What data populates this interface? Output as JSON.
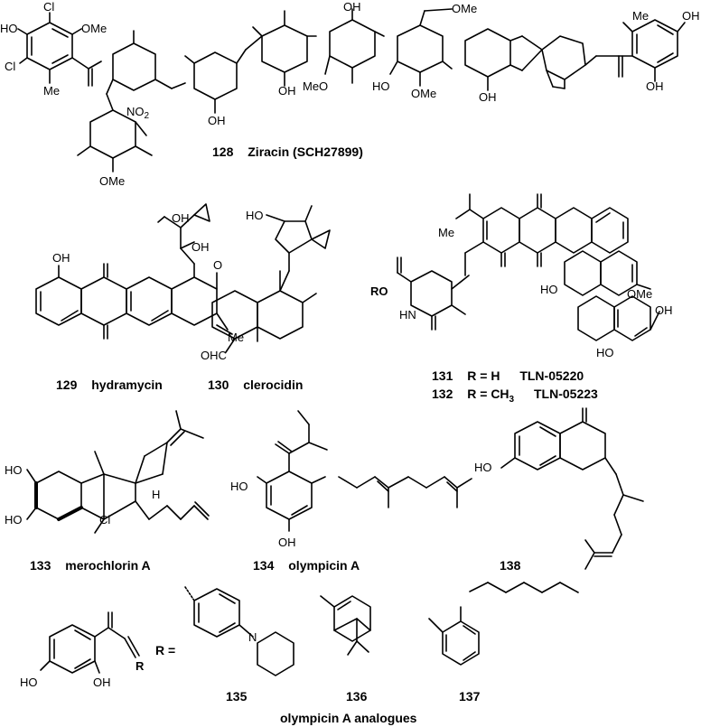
{
  "compounds": [
    {
      "number": "128",
      "name": "Ziracin (SCH27899)"
    },
    {
      "number": "129",
      "name": "hydramycin"
    },
    {
      "number": "130",
      "name": "clerocidin"
    },
    {
      "number": "131",
      "name": "TLN-05220",
      "r_def": "R = H"
    },
    {
      "number": "132",
      "name": "TLN-05223",
      "r_def": "R = CH",
      "r_sub": "3"
    },
    {
      "number": "133",
      "name": "merochlorin A"
    },
    {
      "number": "134",
      "name": "olympicin A"
    },
    {
      "number": "138",
      "name": ""
    },
    {
      "number": "135",
      "name": ""
    },
    {
      "number": "136",
      "name": ""
    },
    {
      "number": "137",
      "name": ""
    }
  ],
  "analogues_caption": "olympicin A analogues",
  "r_equals": "R =",
  "atom_labels": {
    "cl": "Cl",
    "ome": "OMe",
    "oh": "OH",
    "ho": "HO",
    "me": "Me",
    "o": "O",
    "no2": "NO",
    "no2_sub": "2",
    "meo": "MeO",
    "n": "N",
    "h": "H",
    "hn": "HN",
    "ohc": "OHC",
    "r": "R",
    "ro": "RO",
    "ro_suffix": "O"
  }
}
